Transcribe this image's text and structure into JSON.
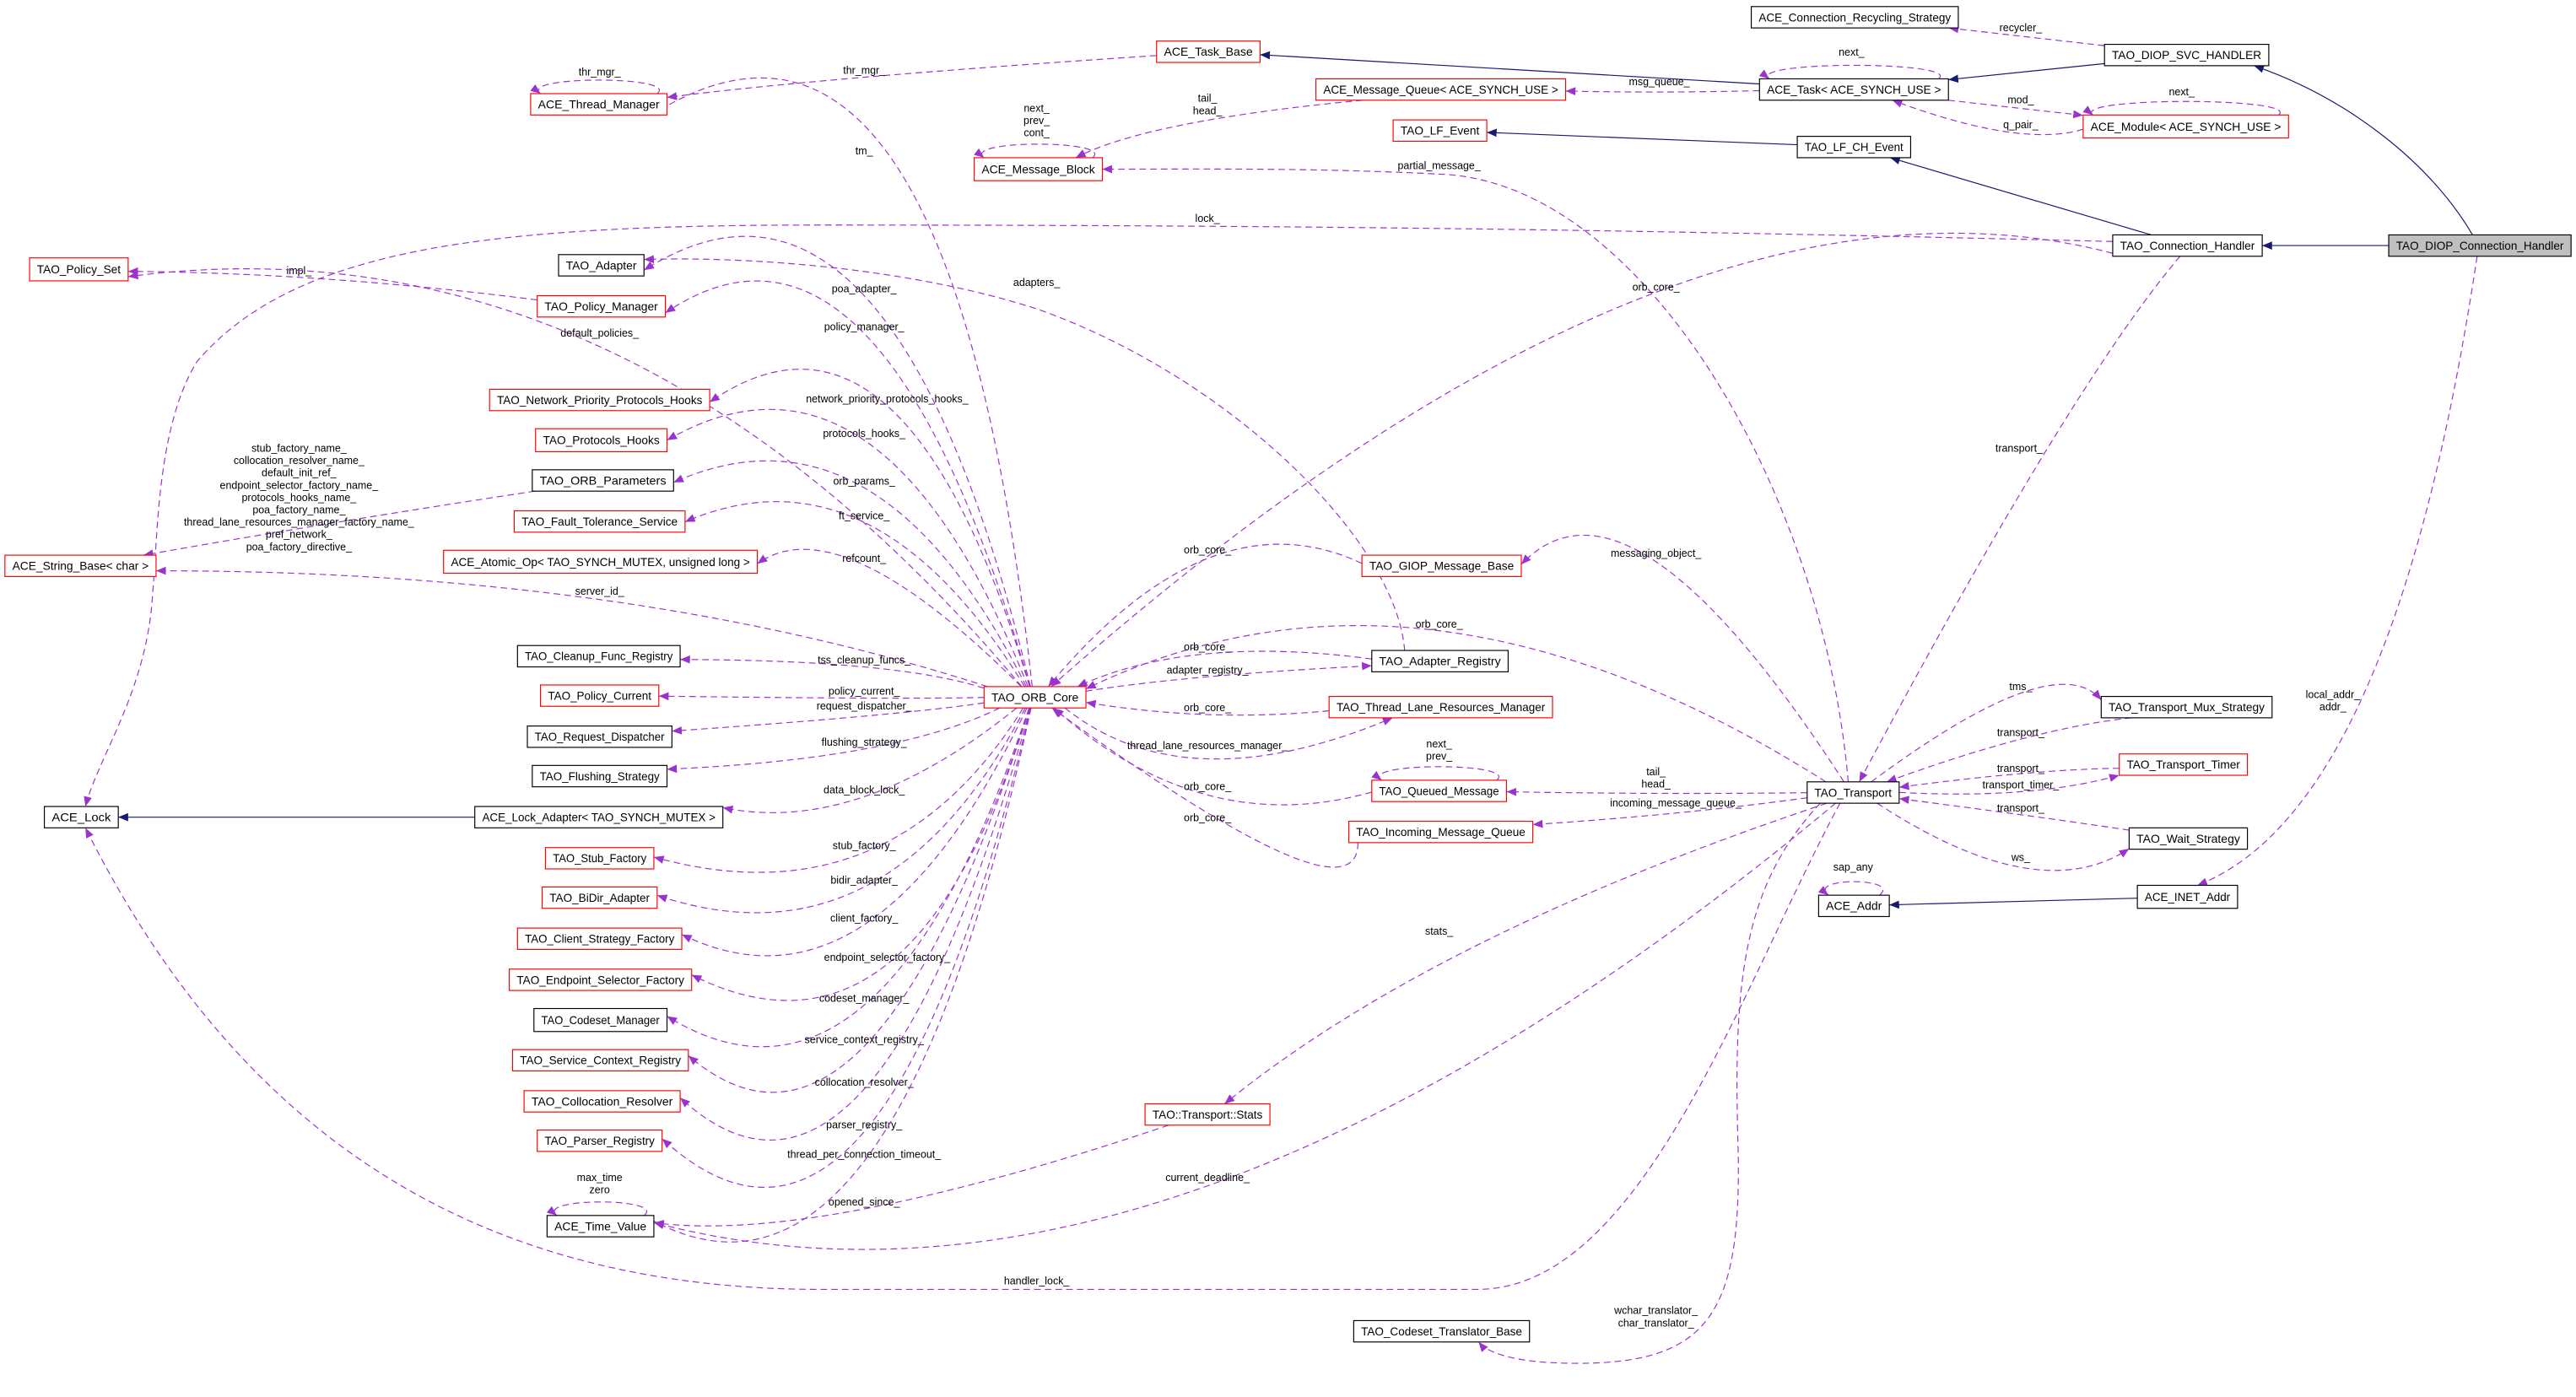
{
  "colors": {
    "usage": "#9a32cd",
    "inheritance": "#191970",
    "undocumented_border": "#ff0000",
    "documented_border": "#000000",
    "focus_fill": "#bfbfbf"
  },
  "nodes": [
    {
      "id": "crs",
      "label": "ACE_Connection_Recycling_Strategy",
      "border": "black"
    },
    {
      "id": "tdsvc",
      "label": "TAO_DIOP_SVC_HANDLER",
      "border": "black"
    },
    {
      "id": "taskbase",
      "label": "ACE_Task_Base",
      "border": "red"
    },
    {
      "id": "tm",
      "label": "ACE_Thread_Manager",
      "border": "red"
    },
    {
      "id": "mq",
      "label": "ACE_Message_Queue< ACE_SYNCH_USE >",
      "border": "red"
    },
    {
      "id": "task",
      "label": "ACE_Task< ACE_SYNCH_USE >",
      "border": "black"
    },
    {
      "id": "lfevent",
      "label": "TAO_LF_Event",
      "border": "red"
    },
    {
      "id": "mod",
      "label": "ACE_Module< ACE_SYNCH_USE >",
      "border": "red"
    },
    {
      "id": "mb",
      "label": "ACE_Message_Block",
      "border": "red"
    },
    {
      "id": "lfch",
      "label": "TAO_LF_CH_Event",
      "border": "black"
    },
    {
      "id": "conn",
      "label": "TAO_Connection_Handler",
      "border": "black"
    },
    {
      "id": "diop",
      "label": "TAO_DIOP_Connection_Handler",
      "border": "black",
      "focus": true
    },
    {
      "id": "pset",
      "label": "TAO_Policy_Set",
      "border": "red"
    },
    {
      "id": "adapter",
      "label": "TAO_Adapter",
      "border": "black"
    },
    {
      "id": "pmgr",
      "label": "TAO_Policy_Manager",
      "border": "red"
    },
    {
      "id": "nph",
      "label": "TAO_Network_Priority_Protocols_Hooks",
      "border": "red"
    },
    {
      "id": "ph",
      "label": "TAO_Protocols_Hooks",
      "border": "red"
    },
    {
      "id": "params",
      "label": "TAO_ORB_Parameters",
      "border": "black"
    },
    {
      "id": "ft",
      "label": "TAO_Fault_Tolerance_Service",
      "border": "red"
    },
    {
      "id": "atomic",
      "label": "ACE_Atomic_Op< TAO_SYNCH_MUTEX, unsigned long >",
      "border": "red"
    },
    {
      "id": "strbase",
      "label": "ACE_String_Base< char >",
      "border": "red"
    },
    {
      "id": "giop",
      "label": "TAO_GIOP_Message_Base",
      "border": "red"
    },
    {
      "id": "cleanup",
      "label": "TAO_Cleanup_Func_Registry",
      "border": "black"
    },
    {
      "id": "areg",
      "label": "TAO_Adapter_Registry",
      "border": "black"
    },
    {
      "id": "orb",
      "label": "TAO_ORB_Core",
      "border": "red"
    },
    {
      "id": "pcur",
      "label": "TAO_Policy_Current",
      "border": "red"
    },
    {
      "id": "tlrm",
      "label": "TAO_Thread_Lane_Resources_Manager",
      "border": "red"
    },
    {
      "id": "reqd",
      "label": "TAO_Request_Dispatcher",
      "border": "black"
    },
    {
      "id": "mux",
      "label": "TAO_Transport_Mux_Strategy",
      "border": "black"
    },
    {
      "id": "flush",
      "label": "TAO_Flushing_Strategy",
      "border": "black"
    },
    {
      "id": "timer",
      "label": "TAO_Transport_Timer",
      "border": "red"
    },
    {
      "id": "qm",
      "label": "TAO_Queued_Message",
      "border": "red"
    },
    {
      "id": "transport",
      "label": "TAO_Transport",
      "border": "black"
    },
    {
      "id": "lock",
      "label": "ACE_Lock",
      "border": "black"
    },
    {
      "id": "lockad",
      "label": "ACE_Lock_Adapter< TAO_SYNCH_MUTEX >",
      "border": "black"
    },
    {
      "id": "imq",
      "label": "TAO_Incoming_Message_Queue",
      "border": "red"
    },
    {
      "id": "wait",
      "label": "TAO_Wait_Strategy",
      "border": "black"
    },
    {
      "id": "stub",
      "label": "TAO_Stub_Factory",
      "border": "red"
    },
    {
      "id": "addr",
      "label": "ACE_Addr",
      "border": "black"
    },
    {
      "id": "inet",
      "label": "ACE_INET_Addr",
      "border": "black"
    },
    {
      "id": "bidir",
      "label": "TAO_BiDir_Adapter",
      "border": "red"
    },
    {
      "id": "csf",
      "label": "TAO_Client_Strategy_Factory",
      "border": "red"
    },
    {
      "id": "esf",
      "label": "TAO_Endpoint_Selector_Factory",
      "border": "red"
    },
    {
      "id": "csm",
      "label": "TAO_Codeset_Manager",
      "border": "black"
    },
    {
      "id": "scr",
      "label": "TAO_Service_Context_Registry",
      "border": "red"
    },
    {
      "id": "coll",
      "label": "TAO_Collocation_Resolver",
      "border": "red"
    },
    {
      "id": "parser",
      "label": "TAO_Parser_Registry",
      "border": "red"
    },
    {
      "id": "stats",
      "label": "TAO::Transport::Stats",
      "border": "red"
    },
    {
      "id": "tv",
      "label": "ACE_Time_Value",
      "border": "black"
    },
    {
      "id": "ctb",
      "label": "TAO_Codeset_Translator_Base",
      "border": "black"
    }
  ],
  "edges": [
    {
      "from": "tdsvc",
      "to": "task",
      "type": "inheritance",
      "label": []
    },
    {
      "from": "task",
      "to": "taskbase",
      "type": "inheritance",
      "label": []
    },
    {
      "from": "lfch",
      "to": "lfevent",
      "type": "inheritance",
      "label": []
    },
    {
      "from": "conn",
      "to": "lfch",
      "type": "inheritance",
      "label": []
    },
    {
      "from": "diop",
      "to": "conn",
      "type": "inheritance",
      "label": []
    },
    {
      "from": "diop",
      "to": "tdsvc",
      "type": "inheritance",
      "label": []
    },
    {
      "from": "lockad",
      "to": "lock",
      "type": "inheritance",
      "label": []
    },
    {
      "from": "inet",
      "to": "addr",
      "type": "inheritance",
      "label": []
    },
    {
      "from": "tm",
      "to": "tm",
      "type": "usage",
      "label": [
        "thr_mgr_"
      ]
    },
    {
      "from": "taskbase",
      "to": "tm",
      "type": "usage",
      "label": [
        "thr_mgr_"
      ]
    },
    {
      "from": "mq",
      "to": "mb",
      "type": "usage",
      "label": [
        "tail_",
        "head_"
      ]
    },
    {
      "from": "mb",
      "to": "mb",
      "type": "usage",
      "label": [
        "next_",
        "prev_",
        "cont_"
      ]
    },
    {
      "from": "task",
      "to": "mq",
      "type": "usage",
      "label": [
        "msg_queue_"
      ]
    },
    {
      "from": "task",
      "to": "task",
      "type": "usage",
      "label": [
        "next_"
      ]
    },
    {
      "from": "mod",
      "to": "task",
      "type": "usage",
      "label": [
        "q_pair_"
      ]
    },
    {
      "from": "task",
      "to": "mod",
      "type": "usage",
      "label": [
        "mod_"
      ]
    },
    {
      "from": "mod",
      "to": "mod",
      "type": "usage",
      "label": [
        "next_"
      ]
    },
    {
      "from": "tdsvc",
      "to": "crs",
      "type": "usage",
      "label": [
        "recycler_"
      ]
    },
    {
      "from": "transport",
      "to": "mb",
      "type": "usage",
      "label": [
        "partial_message_"
      ]
    },
    {
      "from": "conn",
      "to": "lock",
      "type": "usage",
      "label": [
        "lock_"
      ]
    },
    {
      "from": "conn",
      "to": "orb",
      "type": "usage",
      "label": [
        "orb_core_"
      ]
    },
    {
      "from": "conn",
      "to": "transport",
      "type": "usage",
      "label": [
        "transport_"
      ]
    },
    {
      "from": "diop",
      "to": "inet",
      "type": "usage",
      "label": [
        "local_addr_",
        "addr_"
      ]
    },
    {
      "from": "orb",
      "to": "tm",
      "type": "usage",
      "label": [
        "tm_"
      ]
    },
    {
      "from": "pmgr",
      "to": "pset",
      "type": "usage",
      "label": [
        "impl_"
      ]
    },
    {
      "from": "areg",
      "to": "adapter",
      "type": "usage",
      "label": [
        "adapters_"
      ]
    },
    {
      "from": "orb",
      "to": "adapter",
      "type": "usage",
      "label": [
        "poa_adapter_"
      ]
    },
    {
      "from": "orb",
      "to": "pmgr",
      "type": "usage",
      "label": [
        "policy_manager_"
      ]
    },
    {
      "from": "orb",
      "to": "pset",
      "type": "usage",
      "label": [
        "default_policies_"
      ]
    },
    {
      "from": "orb",
      "to": "nph",
      "type": "usage",
      "label": [
        "network_priority_protocols_hooks_"
      ]
    },
    {
      "from": "orb",
      "to": "ph",
      "type": "usage",
      "label": [
        "protocols_hooks_"
      ]
    },
    {
      "from": "orb",
      "to": "params",
      "type": "usage",
      "label": [
        "orb_params_"
      ]
    },
    {
      "from": "params",
      "to": "strbase",
      "type": "usage",
      "label": [
        "stub_factory_name_",
        "collocation_resolver_name_",
        "default_init_ref_",
        "endpoint_selector_factory_name_",
        "protocols_hooks_name_",
        "poa_factory_name_",
        "thread_lane_resources_manager_factory_name_",
        "pref_network_",
        "poa_factory_directive_"
      ]
    },
    {
      "from": "orb",
      "to": "ft",
      "type": "usage",
      "label": [
        "ft_service_"
      ]
    },
    {
      "from": "orb",
      "to": "atomic",
      "type": "usage",
      "label": [
        "refcount_"
      ]
    },
    {
      "from": "orb",
      "to": "strbase",
      "type": "usage",
      "label": [
        "server_id_"
      ]
    },
    {
      "from": "orb",
      "to": "cleanup",
      "type": "usage",
      "label": [
        "tss_cleanup_funcs_"
      ]
    },
    {
      "from": "orb",
      "to": "pcur",
      "type": "usage",
      "label": [
        "policy_current_"
      ]
    },
    {
      "from": "orb",
      "to": "reqd",
      "type": "usage",
      "label": [
        "request_dispatcher_"
      ]
    },
    {
      "from": "orb",
      "to": "flush",
      "type": "usage",
      "label": [
        "flushing_strategy_"
      ]
    },
    {
      "from": "orb",
      "to": "lockad",
      "type": "usage",
      "label": [
        "data_block_lock_"
      ]
    },
    {
      "from": "orb",
      "to": "stub",
      "type": "usage",
      "label": [
        "stub_factory_"
      ]
    },
    {
      "from": "orb",
      "to": "bidir",
      "type": "usage",
      "label": [
        "bidir_adapter_"
      ]
    },
    {
      "from": "orb",
      "to": "csf",
      "type": "usage",
      "label": [
        "client_factory_"
      ]
    },
    {
      "from": "orb",
      "to": "esf",
      "type": "usage",
      "label": [
        "endpoint_selector_factory_"
      ]
    },
    {
      "from": "orb",
      "to": "csm",
      "type": "usage",
      "label": [
        "codeset_manager_"
      ]
    },
    {
      "from": "orb",
      "to": "scr",
      "type": "usage",
      "label": [
        "service_context_registry_"
      ]
    },
    {
      "from": "orb",
      "to": "coll",
      "type": "usage",
      "label": [
        "collocation_resolver_"
      ]
    },
    {
      "from": "orb",
      "to": "parser",
      "type": "usage",
      "label": [
        "parser_registry_"
      ]
    },
    {
      "from": "orb",
      "to": "tv",
      "type": "usage",
      "label": [
        "thread_per_connection_timeout_"
      ]
    },
    {
      "from": "tv",
      "to": "tv",
      "type": "usage",
      "label": [
        "max_time",
        "zero"
      ]
    },
    {
      "from": "stats",
      "to": "tv",
      "type": "usage",
      "label": [
        "opened_since_"
      ]
    },
    {
      "from": "transport",
      "to": "tv",
      "type": "usage",
      "label": [
        "current_deadline_"
      ]
    },
    {
      "from": "transport",
      "to": "lock",
      "type": "usage",
      "label": [
        "handler_lock_"
      ]
    },
    {
      "from": "transport",
      "to": "ctb",
      "type": "usage",
      "label": [
        "wchar_translator_",
        "char_translator_"
      ]
    },
    {
      "from": "transport",
      "to": "stats",
      "type": "usage",
      "label": [
        "stats_"
      ]
    },
    {
      "from": "giop",
      "to": "orb",
      "type": "usage",
      "label": [
        "orb_core_"
      ]
    },
    {
      "from": "transport",
      "to": "giop",
      "type": "usage",
      "label": [
        "messaging_object_"
      ]
    },
    {
      "from": "transport",
      "to": "orb",
      "type": "usage",
      "label": [
        "orb_core_"
      ]
    },
    {
      "from": "areg",
      "to": "orb",
      "type": "usage",
      "label": [
        "orb_core_"
      ]
    },
    {
      "from": "orb",
      "to": "areg",
      "type": "usage",
      "label": [
        "adapter_registry_"
      ]
    },
    {
      "from": "tlrm",
      "to": "orb",
      "type": "usage",
      "label": [
        "orb_core_"
      ]
    },
    {
      "from": "orb",
      "to": "tlrm",
      "type": "usage",
      "label": [
        "thread_lane_resources_manager_"
      ]
    },
    {
      "from": "qm",
      "to": "qm",
      "type": "usage",
      "label": [
        "next_",
        "prev_"
      ]
    },
    {
      "from": "qm",
      "to": "orb",
      "type": "usage",
      "label": [
        "orb_core_"
      ]
    },
    {
      "from": "transport",
      "to": "qm",
      "type": "usage",
      "label": [
        "tail_",
        "head_"
      ]
    },
    {
      "from": "imq",
      "to": "orb",
      "type": "usage",
      "label": [
        "orb_core_"
      ]
    },
    {
      "from": "transport",
      "to": "imq",
      "type": "usage",
      "label": [
        "incoming_message_queue_"
      ]
    },
    {
      "from": "transport",
      "to": "mux",
      "type": "usage",
      "label": [
        "tms_"
      ]
    },
    {
      "from": "mux",
      "to": "transport",
      "type": "usage",
      "label": [
        "transport_"
      ]
    },
    {
      "from": "timer",
      "to": "transport",
      "type": "usage",
      "label": [
        "transport_"
      ]
    },
    {
      "from": "transport",
      "to": "timer",
      "type": "usage",
      "label": [
        "transport_timer_"
      ]
    },
    {
      "from": "wait",
      "to": "transport",
      "type": "usage",
      "label": [
        "transport_"
      ]
    },
    {
      "from": "transport",
      "to": "wait",
      "type": "usage",
      "label": [
        "ws_"
      ]
    },
    {
      "from": "addr",
      "to": "addr",
      "type": "usage",
      "label": [
        "sap_any"
      ]
    }
  ]
}
